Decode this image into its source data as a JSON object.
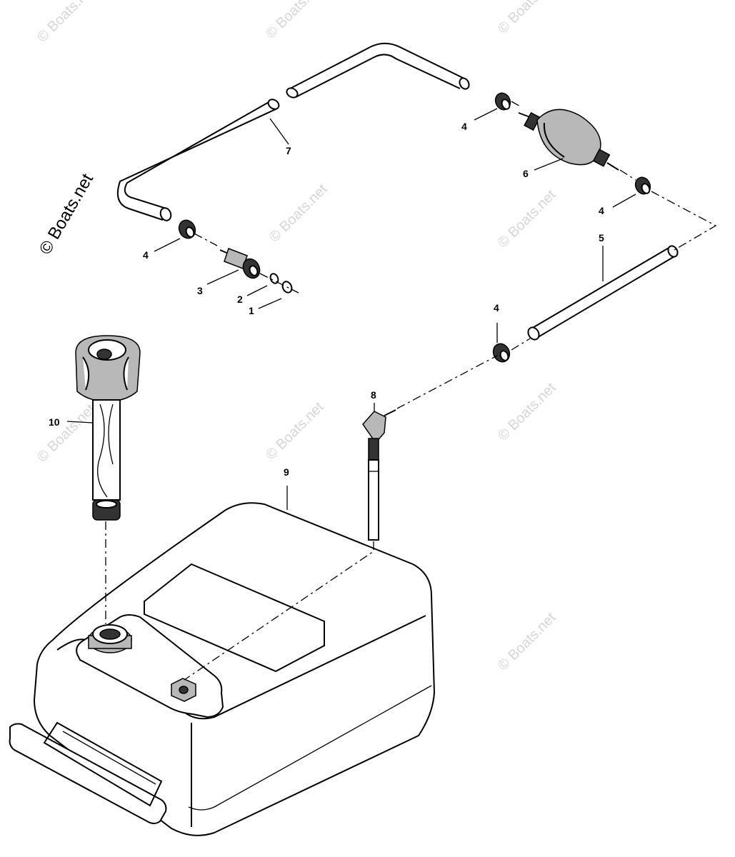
{
  "watermark": {
    "main": "© Boats.net",
    "tile": "© Boats.net"
  },
  "callouts": [
    {
      "id": "c1",
      "label": "1"
    },
    {
      "id": "c2",
      "label": "2"
    },
    {
      "id": "c3",
      "label": "3"
    },
    {
      "id": "c4a",
      "label": "4"
    },
    {
      "id": "c4b",
      "label": "4"
    },
    {
      "id": "c4c",
      "label": "4"
    },
    {
      "id": "c4d",
      "label": "4"
    },
    {
      "id": "c5",
      "label": "5"
    },
    {
      "id": "c6",
      "label": "6"
    },
    {
      "id": "c7",
      "label": "7"
    },
    {
      "id": "c8",
      "label": "8"
    },
    {
      "id": "c9",
      "label": "9"
    },
    {
      "id": "c10",
      "label": "10"
    }
  ]
}
